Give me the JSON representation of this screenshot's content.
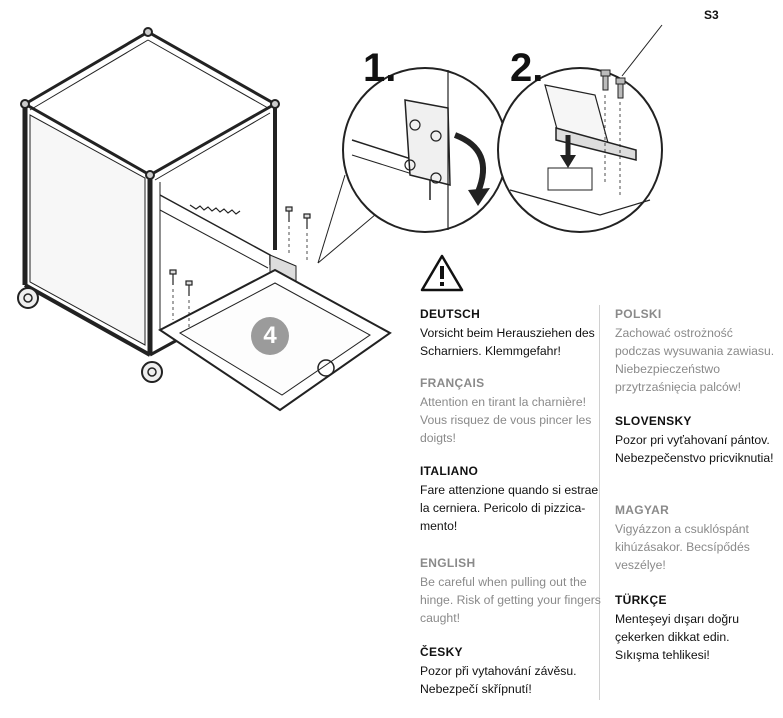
{
  "sheet_code": "S3",
  "steps": {
    "step1": "1.",
    "step2": "2."
  },
  "badge": "4",
  "warnings": [
    {
      "lang": "DEUTSCH",
      "text": "Vorsicht beim Herausziehen des Scharniers. Klemmgefahr!"
    },
    {
      "lang": "FRANÇAIS",
      "text": "Attention en tirant la charnière! Vous risquez de vous pincer les doigts!"
    },
    {
      "lang": "ITALIANO",
      "text": "Fare attenzione quando si estrae la cerniera. Pericolo di pizzica-mento!"
    },
    {
      "lang": "ENGLISH",
      "text": "Be careful when pulling out the hinge. Risk of getting your fingers caught!"
    },
    {
      "lang": "ČESKY",
      "text": "Pozor při vytahování závěsu. Nebezpečí skřípnutí!"
    },
    {
      "lang": "POLSKI",
      "text": "Zachować ostrożność podczas wysuwania zawiasu. Niebezpieczeństwo przytrzaśnięcia palców!"
    },
    {
      "lang": "SLOVENSKY",
      "text": "Pozor pri vyťahovaní pántov. Nebezpečenstvo pricviknutia!"
    },
    {
      "lang": "MAGYAR",
      "text": "Vigyázzon a csuklóspánt kihúzásakor. Becsípődés veszélye!"
    },
    {
      "lang": "TÜRKÇE",
      "text": "Menteşeyi dışarı doğru çekerken dikkat edin. Sıkışma tehlikesi!"
    }
  ]
}
